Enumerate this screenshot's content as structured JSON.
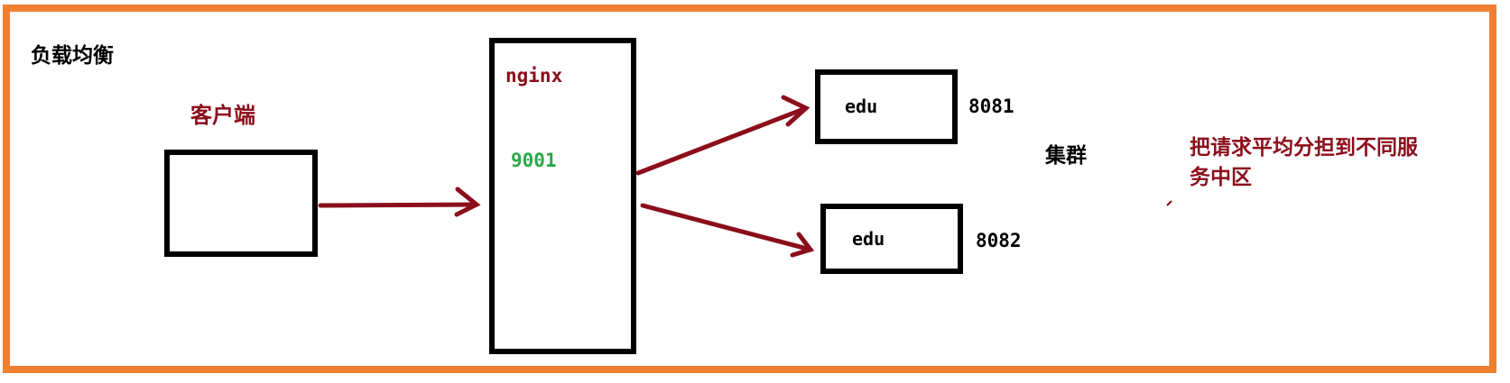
{
  "diagram": {
    "title": "负载均衡",
    "client": {
      "label": "客户端"
    },
    "nginx": {
      "label": "nginx",
      "port": "9001"
    },
    "servers": [
      {
        "label": "edu",
        "port": "8081"
      },
      {
        "label": "edu",
        "port": "8082"
      }
    ],
    "cluster_label": "集群",
    "note": "把请求平均分担到不同服务中区"
  },
  "colors": {
    "frame": "#f08030",
    "arrow": "#8b0e1a",
    "box_border": "#000000",
    "port_nginx": "#2aa84a",
    "accent_text": "#8b0e1a"
  }
}
